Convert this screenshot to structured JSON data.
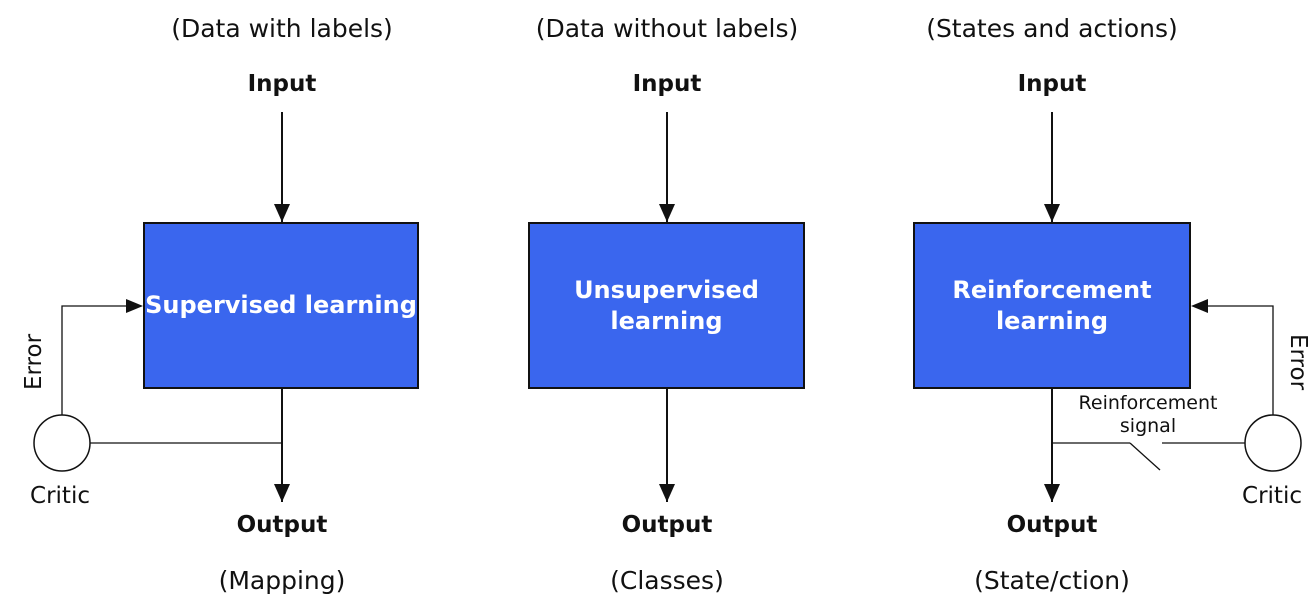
{
  "supervised": {
    "caption": "(Data with labels)",
    "input": "Input",
    "box_label": "Supervised learning",
    "output": "Output",
    "output_caption": "(Mapping)",
    "critic": "Critic",
    "error": "Error"
  },
  "unsupervised": {
    "caption": "(Data without labels)",
    "input": "Input",
    "box_label": "Unsupervised\nlearning",
    "output": "Output",
    "output_caption": "(Classes)"
  },
  "reinforcement": {
    "caption": "(States and actions)",
    "input": "Input",
    "box_label": "Reinforcement\nlearning",
    "output": "Output",
    "output_caption": "(State/ction)",
    "critic": "Critic",
    "error": "Error",
    "signal": "Reinforcement\nsignal"
  },
  "colors": {
    "box_fill": "#3a66ee",
    "line": "#111111",
    "text": "#111111"
  }
}
